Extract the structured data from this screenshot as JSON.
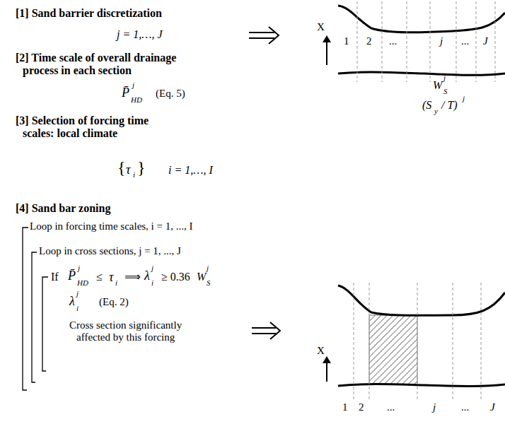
{
  "diagram": {
    "labels": [
      "[1] Sand barrier discretization",
      "j = 1,…, J",
      "[2] Time scale of overall drainage process in each section",
      "P̄",
      "HD",
      "j",
      "(Eq. 5)",
      "[3] Selection of forcing time scales: local climate",
      "{",
      "τ",
      "i",
      "}",
      "i = 1,…, I",
      "[4] Sand bar zoning",
      "Loop in forcing time scales, i = 1, ..., I",
      "Loop in cross sections, j = 1, ..., J",
      "If",
      "P̄",
      "HD",
      "j",
      "≤",
      "τ",
      "i",
      "⟹",
      "λ",
      "i",
      "j",
      "≥ 0.36",
      "W",
      "S",
      "j",
      "λ",
      "i",
      "j",
      "(Eq. 2)",
      "Cross section significantly affected by this forcing",
      "X",
      "1",
      "2",
      "...",
      "j",
      "...",
      "J",
      "W",
      "S",
      "j",
      "(S",
      "y",
      "/ T)",
      "j",
      "X",
      "1",
      "2",
      "...",
      "j",
      "...",
      "J"
    ]
  }
}
